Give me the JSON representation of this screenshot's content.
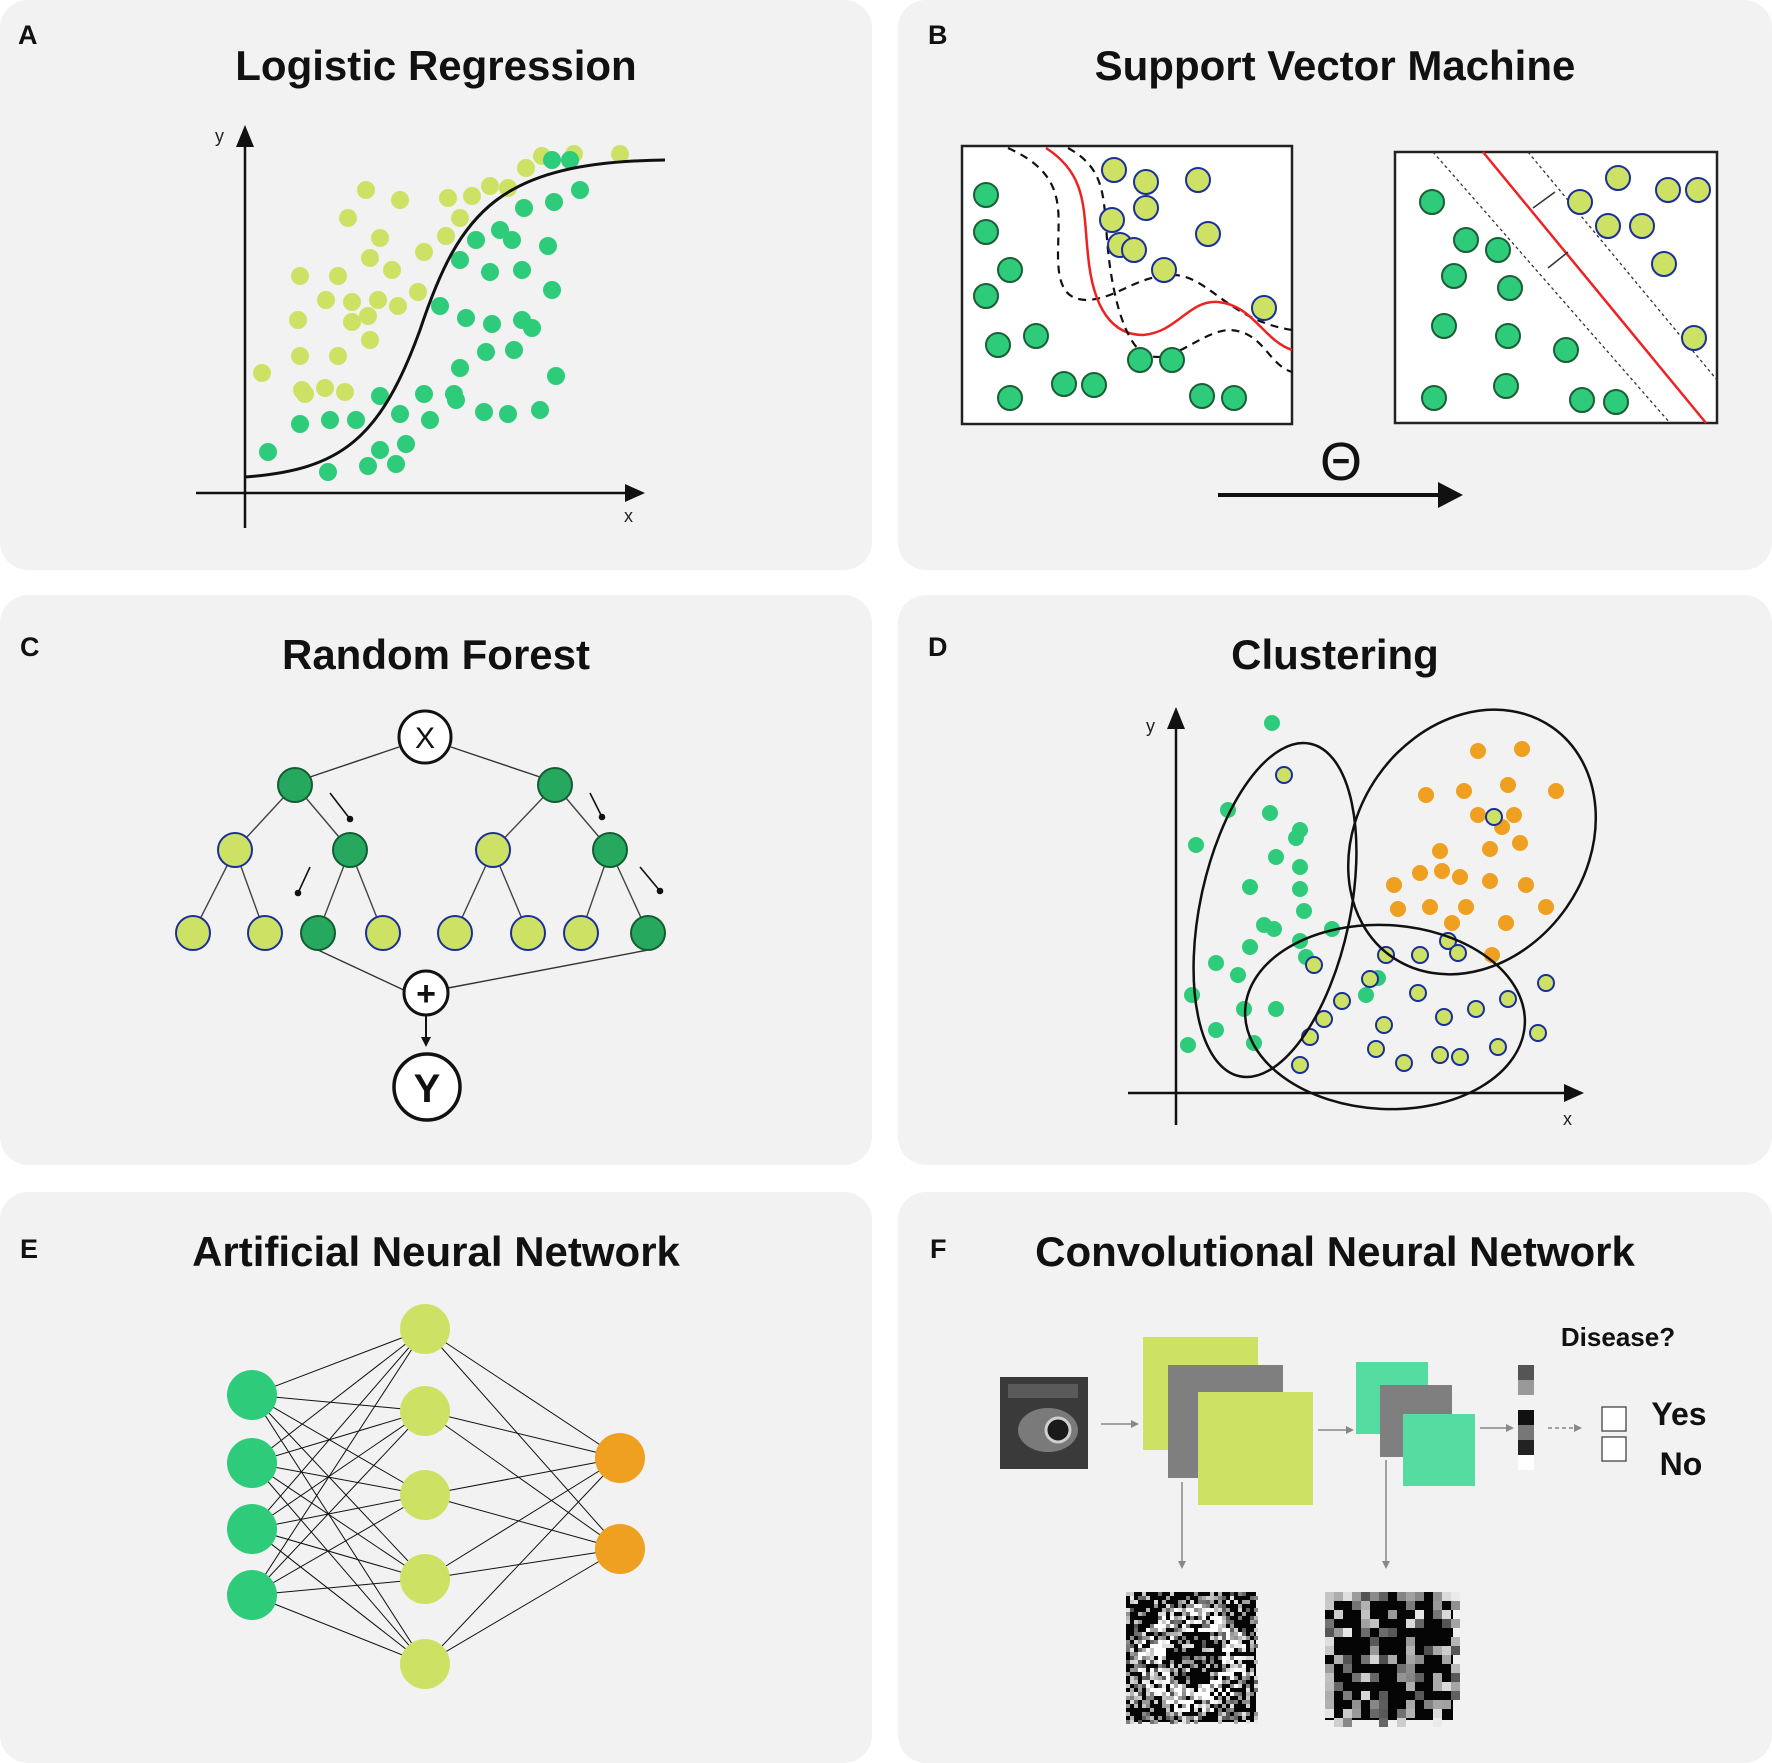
{
  "panels": {
    "a": {
      "letter": "A",
      "title": "Logistic Regression",
      "x_axis": "x",
      "y_axis": "y"
    },
    "b": {
      "letter": "B",
      "title": "Support Vector Machine",
      "symbol": "Θ"
    },
    "c": {
      "letter": "C",
      "title": "Random Forest",
      "input": "X",
      "combine": "+",
      "output": "Y"
    },
    "d": {
      "letter": "D",
      "title": "Clustering",
      "x_axis": "x",
      "y_axis": "y"
    },
    "e": {
      "letter": "E",
      "title": "Artificial Neural Network"
    },
    "f": {
      "letter": "F",
      "title": "Convolutional Neural Network",
      "question": "Disease?",
      "option_yes": "Yes",
      "option_no": "No"
    }
  },
  "colors": {
    "panel_bg": "#f2f2f2",
    "green": "#2ecc7a",
    "dark_green": "#27a85f",
    "light_green": "#cde264",
    "orange": "#f0a020",
    "blue_outline": "#1a2f9c",
    "red_boundary": "#ee2222"
  }
}
